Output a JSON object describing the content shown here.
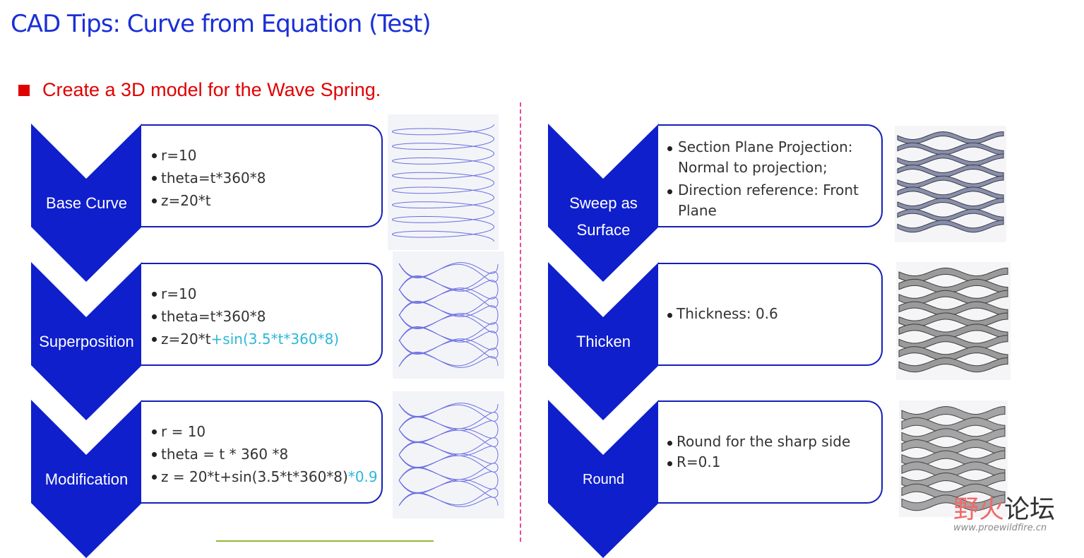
{
  "title": "CAD Tips: Curve from Equation (Test)",
  "subtitle": "Create a 3D model for the Wave Spring.",
  "colors": {
    "title": "#1a2fd6",
    "subtitle": "#e00000",
    "chevron": "#0f1fcc",
    "highlight": "#2db7d8",
    "divider": "#e84a9c"
  },
  "left_steps": [
    {
      "label": "Base Curve",
      "bullets": [
        {
          "text": "r=10"
        },
        {
          "text": "theta=t*360*8"
        },
        {
          "text": "z=20*t"
        }
      ]
    },
    {
      "label": "Superposition",
      "bullets": [
        {
          "text": "r=10"
        },
        {
          "text": "theta=t*360*8"
        },
        {
          "text": "z=20*t",
          "hl": "+sin(3.5*t*360*8)"
        }
      ]
    },
    {
      "label": "Modification",
      "bullets": [
        {
          "text": "r = 10"
        },
        {
          "text": "theta = t * 360 *8"
        },
        {
          "text": "z = 20*t+sin(3.5*t*360*8)",
          "hl": "*0.9"
        }
      ]
    }
  ],
  "right_steps": [
    {
      "label_lines": [
        "Sweep as",
        "Surface"
      ],
      "bullets": [
        {
          "text": "Section Plane Projection: Normal to projection;"
        },
        {
          "text": "Direction reference: Front Plane"
        }
      ]
    },
    {
      "label_lines": [
        "Thicken"
      ],
      "bullets": [
        {
          "text": "Thickness: 0.6"
        }
      ]
    },
    {
      "label_lines": [
        "Round"
      ],
      "bullets": [
        {
          "text": "Round for the sharp side"
        },
        {
          "text": "R=0.1"
        }
      ]
    }
  ],
  "watermark": {
    "cn_part1": "野火",
    "cn_part2": "论坛",
    "url": "www.proewildfire.cn"
  }
}
